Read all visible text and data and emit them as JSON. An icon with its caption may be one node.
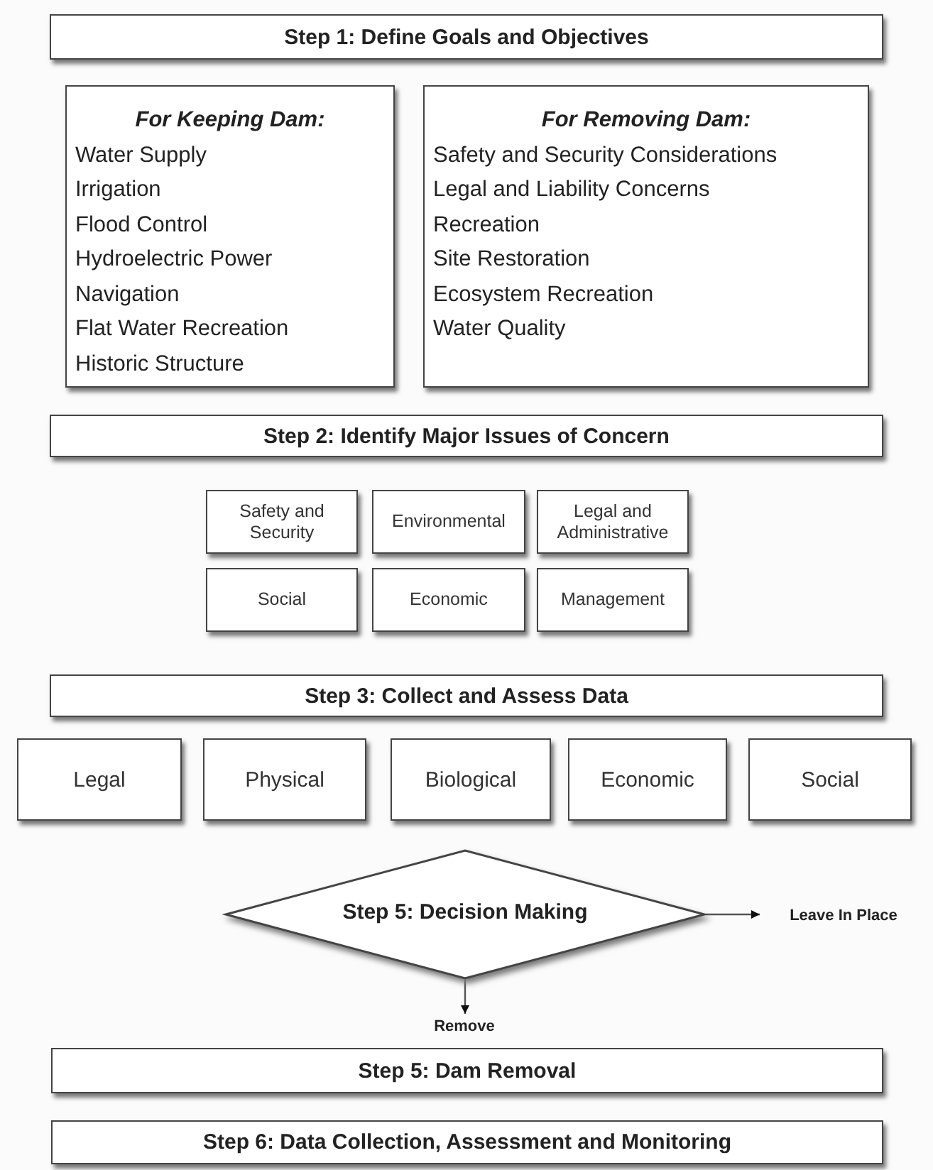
{
  "diagram": {
    "nodes": [
      {
        "text": [
          "Step 1: Define Goals and Objectives"
        ]
      },
      {
        "text": [
          "For Keeping Dam:",
          "Water Supply",
          "Irrigation",
          "Flood Control",
          "Hydroelectric Power",
          "Navigation",
          "Flat Water Recreation",
          "Historic Structure"
        ]
      },
      {
        "text": [
          "For Removing Dam:",
          "Safety and Security Considerations",
          "Legal and Liability Concerns",
          "Recreation",
          "Site Restoration",
          "Ecosystem Recreation",
          "Water Quality"
        ]
      },
      {
        "text": [
          "Step 2: Identify Major Issues of Concern"
        ]
      },
      {
        "text": [
          "Safety and Security"
        ]
      },
      {
        "text": [
          "Environmental"
        ]
      },
      {
        "text": [
          "Legal and Administrative"
        ]
      },
      {
        "text": [
          "Social"
        ]
      },
      {
        "text": [
          "Economic"
        ]
      },
      {
        "text": [
          "Management"
        ]
      },
      {
        "text": [
          "Step 3: Collect and Assess Data"
        ]
      },
      {
        "text": [
          "Legal"
        ]
      },
      {
        "text": [
          "Physical"
        ]
      },
      {
        "text": [
          "Biological"
        ]
      },
      {
        "text": [
          "Economic"
        ]
      },
      {
        "text": [
          "Social"
        ]
      },
      {
        "text": [
          "Step 5: Decision Making"
        ]
      },
      {
        "text": [
          "Leave In Place"
        ]
      },
      {
        "text": [
          "Remove"
        ]
      },
      {
        "text": [
          "Step 5: Dam Removal"
        ]
      },
      {
        "text": [
          "Step 6: Data Collection, Assessment and Monitoring"
        ]
      }
    ],
    "edges": [
      {
        "from": 16,
        "to": 17,
        "arrow": "to"
      },
      {
        "from": 16,
        "to": 18,
        "arrow": "to"
      }
    ]
  }
}
